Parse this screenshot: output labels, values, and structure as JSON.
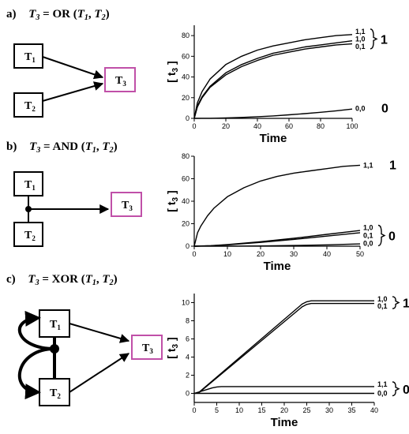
{
  "panels": [
    {
      "letter": "a)",
      "formula": {
        "lhs": "T",
        "lhs_sub": "3",
        "op": "OR",
        "arg1": "T",
        "arg1_sub": "1",
        "arg2": "T",
        "arg2_sub": "2"
      },
      "nodes": {
        "t1": "T",
        "t1_sub": "1",
        "t2": "T",
        "t2_sub": "2",
        "t3": "T",
        "t3_sub": "3"
      },
      "chart": {
        "type": "line",
        "xlim": [
          0,
          100
        ],
        "ylim": [
          0,
          90
        ],
        "xticks": [
          0,
          20,
          40,
          60,
          80,
          100
        ],
        "yticks": [
          0,
          20,
          40,
          60,
          80
        ],
        "xlabel": "Time",
        "ylabel_main": "t",
        "ylabel_sub": "3",
        "series": [
          {
            "name": "1,1",
            "x": [
              0,
              2,
              5,
              10,
              20,
              30,
              40,
              50,
              60,
              70,
              80,
              90,
              100
            ],
            "y": [
              0,
              15,
              26,
              38,
              52,
              60,
              66,
              70,
              73,
              76,
              78,
              80,
              81
            ]
          },
          {
            "name": "1,0",
            "x": [
              0,
              2,
              5,
              10,
              20,
              30,
              40,
              50,
              60,
              70,
              80,
              90,
              100
            ],
            "y": [
              0,
              12,
              21,
              31,
              44,
              52,
              58,
              63,
              66,
              69,
              71,
              73,
              75
            ]
          },
          {
            "name": "0,1",
            "x": [
              0,
              2,
              5,
              10,
              20,
              30,
              40,
              50,
              60,
              70,
              80,
              90,
              100
            ],
            "y": [
              0,
              11,
              20,
              30,
              42,
              50,
              56,
              61,
              64,
              67,
              69,
              71,
              72
            ]
          },
          {
            "name": "0,0",
            "x": [
              0,
              10,
              20,
              30,
              40,
              50,
              60,
              70,
              80,
              90,
              100
            ],
            "y": [
              0,
              0.1,
              0.4,
              0.9,
              1.6,
              2.4,
              3.4,
              4.6,
              5.9,
              7.3,
              9
            ]
          }
        ],
        "labels": [
          {
            "text": "1,1",
            "y": 84
          },
          {
            "text": "1,0",
            "y": 76.5
          },
          {
            "text": "0,1",
            "y": 69.5
          },
          {
            "text": "0,0",
            "y": 9.5
          }
        ],
        "brace_label": "1",
        "out0_label": "0"
      }
    },
    {
      "letter": "b)",
      "formula": {
        "lhs": "T",
        "lhs_sub": "3",
        "op": "AND",
        "arg1": "T",
        "arg1_sub": "1",
        "arg2": "T",
        "arg2_sub": "2"
      },
      "nodes": {
        "t1": "T",
        "t1_sub": "1",
        "t2": "T",
        "t2_sub": "2",
        "t3": "T",
        "t3_sub": "3"
      },
      "chart": {
        "type": "line",
        "xlim": [
          0,
          50
        ],
        "ylim": [
          0,
          80
        ],
        "xticks": [
          0,
          10,
          20,
          30,
          40,
          50
        ],
        "yticks": [
          0,
          20,
          40,
          60,
          80
        ],
        "xlabel": "Time",
        "ylabel_main": "t",
        "ylabel_sub": "3",
        "series": [
          {
            "name": "1,1",
            "x": [
              0,
              1,
              2,
              4,
              6,
              10,
              15,
              20,
              25,
              30,
              35,
              40,
              45,
              50
            ],
            "y": [
              0,
              12,
              18,
              27,
              34,
              44,
              52,
              58,
              62,
              65,
              67,
              69,
              71,
              72
            ]
          },
          {
            "name": "1,0",
            "x": [
              0,
              5,
              10,
              20,
              30,
              40,
              50
            ],
            "y": [
              0,
              0.5,
              1.5,
              4,
              7,
              10.5,
              14
            ]
          },
          {
            "name": "0,1",
            "x": [
              0,
              5,
              10,
              20,
              30,
              40,
              50
            ],
            "y": [
              0,
              0.4,
              1.2,
              3.4,
              6,
              9,
              12
            ]
          },
          {
            "name": "0,0",
            "x": [
              0,
              10,
              20,
              30,
              40,
              50
            ],
            "y": [
              0,
              0.05,
              0.2,
              0.6,
              1.2,
              2
            ]
          }
        ],
        "labels": [
          {
            "text": "1,1",
            "y": 72
          },
          {
            "text": "1,0",
            "y": 16.5
          },
          {
            "text": "0,1",
            "y": 9.5
          },
          {
            "text": "0,0",
            "y": 2.5
          }
        ],
        "brace_label": "1",
        "out0_label": "0"
      }
    },
    {
      "letter": "c)",
      "formula": {
        "lhs": "T",
        "lhs_sub": "3",
        "op": "XOR",
        "arg1": "T",
        "arg1_sub": "1",
        "arg2": "T",
        "arg2_sub": "2"
      },
      "nodes": {
        "t1": "T",
        "t1_sub": "1",
        "t2": "T",
        "t2_sub": "2",
        "t3": "T",
        "t3_sub": "3"
      },
      "chart": {
        "type": "line",
        "xlim": [
          0,
          40
        ],
        "ylim": [
          -1,
          11
        ],
        "xticks": [
          0,
          5,
          10,
          15,
          20,
          25,
          30,
          35,
          40
        ],
        "yticks": [
          0,
          2,
          4,
          6,
          8,
          10
        ],
        "xlabel": "Time",
        "ylabel_main": "t",
        "ylabel_sub": "3",
        "series": [
          {
            "name": "1,0",
            "x": [
              0,
              1,
              24,
              25,
              26,
              40
            ],
            "y": [
              0,
              0.1,
              9.85,
              10.1,
              10.2,
              10.2
            ]
          },
          {
            "name": "0,1",
            "x": [
              0,
              1,
              24,
              25,
              26,
              40
            ],
            "y": [
              0,
              0.05,
              9.55,
              9.8,
              9.9,
              9.9
            ]
          },
          {
            "name": "1,1",
            "x": [
              0,
              2,
              4,
              5,
              6,
              40
            ],
            "y": [
              0,
              0.3,
              0.6,
              0.7,
              0.75,
              0.75
            ]
          },
          {
            "name": "0,0",
            "x": [
              0,
              40
            ],
            "y": [
              0,
              0
            ]
          }
        ],
        "labels": [
          {
            "text": "1,0",
            "y": 10.4
          },
          {
            "text": "0,1",
            "y": 9.6
          },
          {
            "text": "1,1",
            "y": 1.0
          },
          {
            "text": "0,0",
            "y": 0
          }
        ],
        "brace_label": "1",
        "out0_label": "0"
      }
    }
  ],
  "colors": {
    "ink": "#000000",
    "t3_border": "#c050a8",
    "background": "#ffffff"
  }
}
